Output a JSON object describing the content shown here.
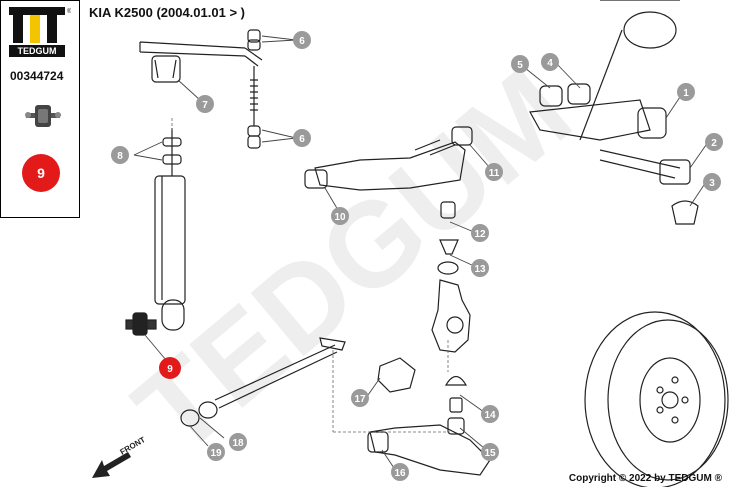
{
  "header": {
    "brand": "TEDGUM",
    "title": "KIA K2500  (2004.01.01 > )"
  },
  "sidebar": {
    "part_number": "00344724",
    "position_badge": "9"
  },
  "diagram": {
    "watermark": "TEDGUM",
    "front_label": "FRONT",
    "highlight_badge": "9",
    "callouts": [
      "1",
      "2",
      "3",
      "4",
      "5",
      "6",
      "6",
      "6",
      "6",
      "7",
      "8",
      "8",
      "10",
      "11",
      "12",
      "13",
      "14",
      "15",
      "16",
      "17",
      "18",
      "19"
    ]
  },
  "footer": {
    "copyright": "Copyright © 2022 by TEDGUM ®"
  },
  "colors": {
    "callout_grey": "#9a9a9a",
    "highlight_red": "#e21a1a",
    "logo_yellow": "#f2c500"
  }
}
